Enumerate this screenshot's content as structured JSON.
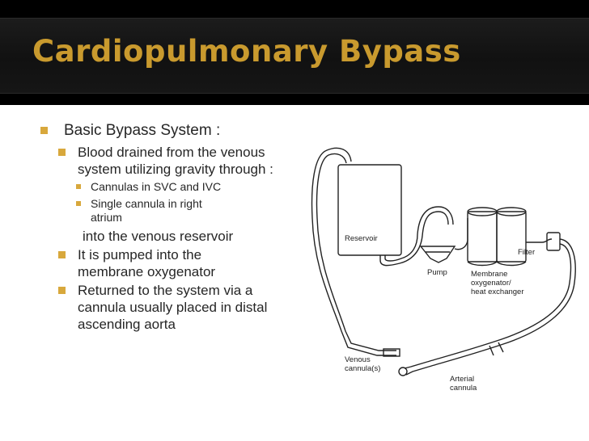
{
  "slide": {
    "title": "Cardiopulmonary Bypass",
    "bullets": {
      "b1": "Basic Bypass System :",
      "b2": "Blood drained  from the venous system utilizing gravity through :",
      "b3a": "Cannulas in SVC and IVC",
      "b3b": "Single cannula in right atrium",
      "b4": "into the venous reservoir",
      "b5": "It is pumped into the membrane oxygenator",
      "b6": "Returned to the system via a cannula usually placed in distal ascending aorta"
    }
  },
  "diagram": {
    "reservoir": "Reservoir",
    "pump": "Pump",
    "membrane_1": "Membrane",
    "membrane_2": "oxygenator/",
    "membrane_3": "heat exchanger",
    "filter": "Filter",
    "venous_1": "Venous",
    "venous_2": "cannula(s)",
    "arterial_1": "Arterial",
    "arterial_2": "cannula"
  },
  "colors": {
    "title": "#c99a2e",
    "bullet_marker": "#d8a83c",
    "background_header": "#000000",
    "background_content": "#ffffff"
  }
}
